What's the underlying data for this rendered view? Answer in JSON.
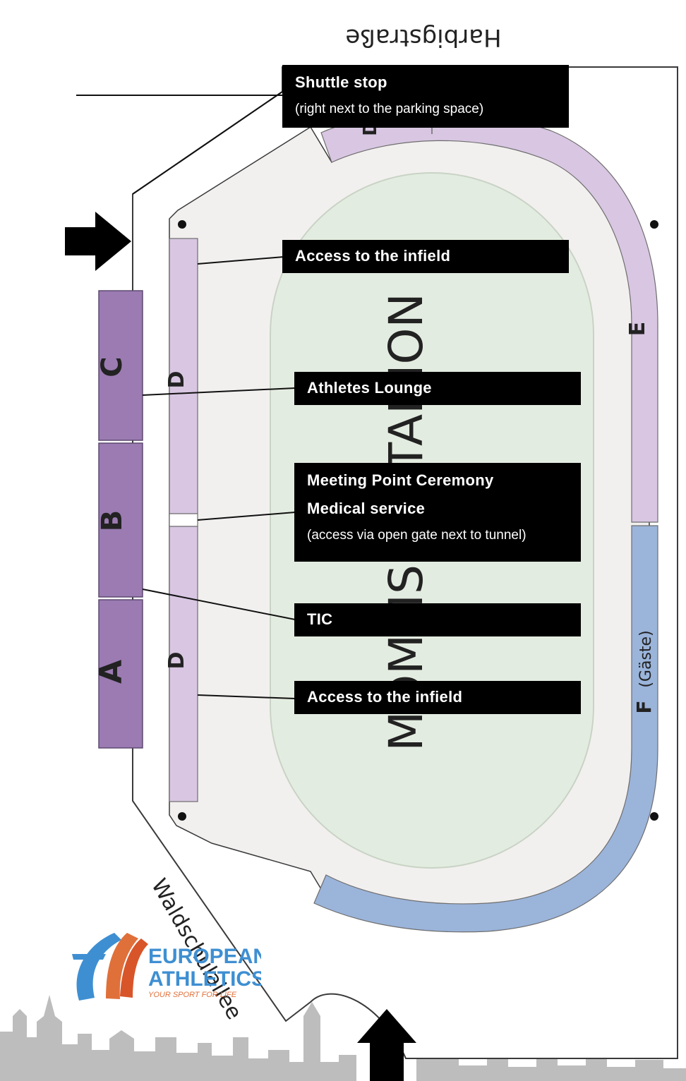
{
  "streets": {
    "north": "Harbigstraße",
    "west": "Waldschulallee"
  },
  "stadium": {
    "name": "MOMMSENSTADION"
  },
  "blocks": {
    "a": "A",
    "b": "B",
    "c": "C",
    "d_upper": "D",
    "d_lower": "D",
    "d_north": "D",
    "e": "E",
    "f": "F",
    "f_note": "(Gäste)"
  },
  "callouts": {
    "shuttle": {
      "title": "Shuttle stop",
      "subtitle": "(right next to the parking space)"
    },
    "infield_top": {
      "title": "Access to the infield"
    },
    "lounge": {
      "title": "Athletes Lounge"
    },
    "ceremony": {
      "title": "Meeting Point Ceremony",
      "title2": "Medical service",
      "subtitle": "(access via open gate next to tunnel)"
    },
    "tic": {
      "title": "TIC"
    },
    "infield_bottom": {
      "title": "Access to the infield"
    }
  },
  "logo": {
    "line1": "EUROPEAN",
    "line2": "ATHLETICS",
    "tagline": "YOUR SPORT FOR LIFE"
  },
  "colors": {
    "block_main": "#9b7bb2",
    "block_light": "#d8c6e2",
    "block_guest": "#9bb4da",
    "infield": "#e3ece0",
    "track_area": "#f2f0ef",
    "skyline": "#bdbdbd"
  }
}
